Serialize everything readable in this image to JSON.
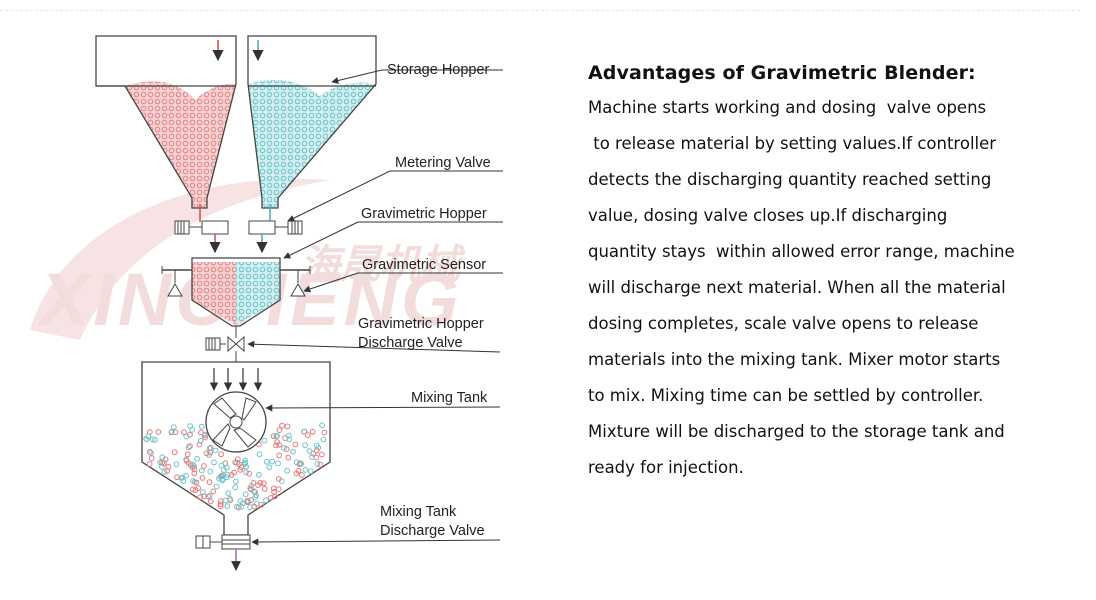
{
  "diagram": {
    "labels": {
      "storage_hopper": "Storage Hopper",
      "metering_valve": "Metering Valve",
      "gravimetric_hopper": "Gravimetric Hopper",
      "gravimetric_sensor": "Gravimetric Sensor",
      "discharge_valve_line1": "Gravimetric Hopper",
      "discharge_valve_line2": "Discharge Valve",
      "mixing_tank": "Mixing Tank",
      "mixing_discharge_line1": "Mixing Tank",
      "mixing_discharge_line2": "Discharge Valve"
    },
    "watermark": {
      "cn": "海晟机械",
      "latin": "XINCHENG"
    },
    "colors": {
      "red_material": "#e8787a",
      "blue_material": "#6cc4cc",
      "arrow_red": "#d9534f",
      "arrow_blue": "#4fb3bf",
      "outlet_purple": "#9b59b6",
      "line": "#444444"
    }
  },
  "text": {
    "title": "Advantages of Gravimetric Blender:",
    "lines": [
      "Machine starts working and dosing  valve opens",
      " to release material by setting values.If controller",
      "detects the discharging quantity reached setting",
      "value, dosing valve closes up.If discharging",
      "quantity stays  within allowed error range, machine",
      "will discharge next material. When all the material",
      "dosing completes, scale valve opens to release",
      "materials into the mixing tank. Mixer motor starts",
      "to mix. Mixing time can be settled by controller.",
      "Mixture will be discharged to the storage tank and",
      "ready for injection."
    ]
  }
}
